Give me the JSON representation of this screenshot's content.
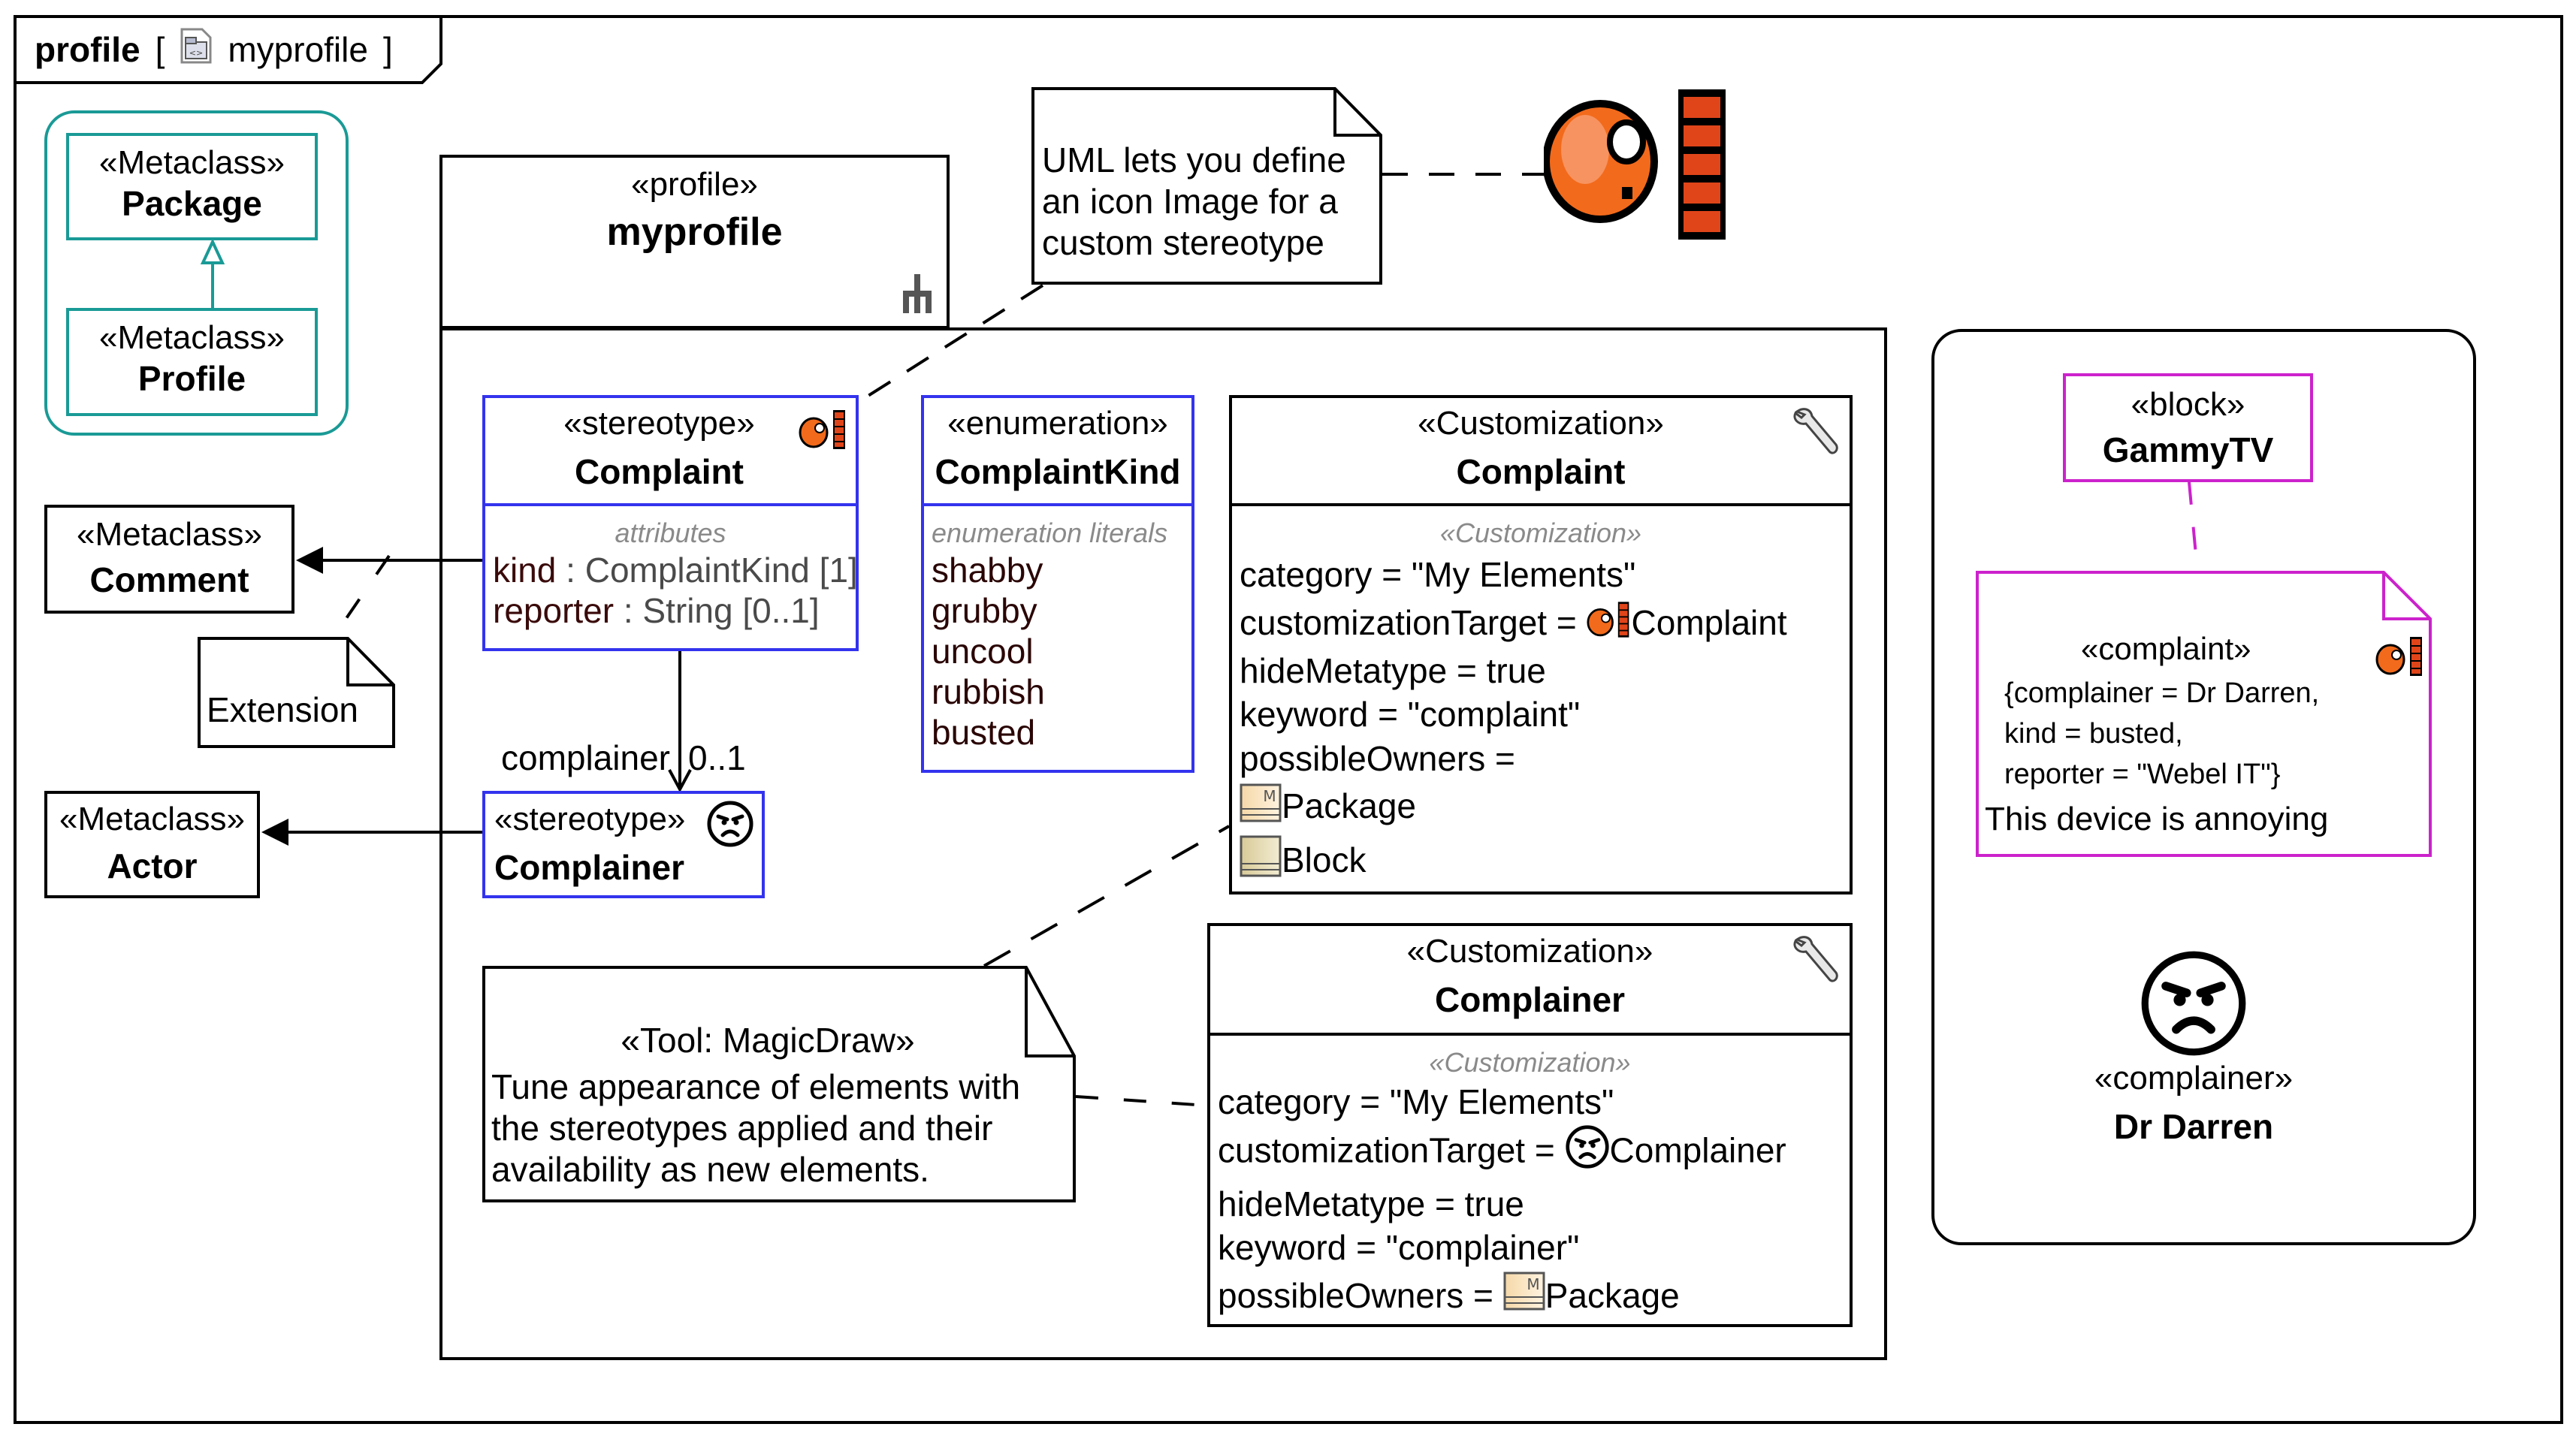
{
  "frame": {
    "kind": "profile",
    "package_icon": "profile-package-icon",
    "name": "myprofile"
  },
  "metaclass_group": {
    "package": {
      "stereotype": "«Metaclass»",
      "name": "Package"
    },
    "profile": {
      "stereotype": "«Metaclass»",
      "name": "Profile"
    }
  },
  "profile_package": {
    "stereotype": "«profile»",
    "name": "myprofile",
    "icon": "profile-fork-icon"
  },
  "note_icon": {
    "lines": [
      "UML lets you define",
      "an icon Image for a",
      "custom stereotype"
    ],
    "image": "complaint-stereotype-icon"
  },
  "stereotype_complaint": {
    "stereotype": "«stereotype»",
    "name": "Complaint",
    "compartment_label": "attributes",
    "attributes": [
      {
        "name": "kind",
        "type": " : ComplaintKind [1]"
      },
      {
        "name": "reporter",
        "type": " : String [0..1]"
      }
    ]
  },
  "enumeration": {
    "stereotype": "«enumeration»",
    "name": "ComplaintKind",
    "compartment_label": "enumeration literals",
    "literals": [
      "shabby",
      "grubby",
      "uncool",
      "rubbish",
      "busted"
    ]
  },
  "customization_complaint": {
    "stereotype": "«Customization»",
    "name": "Complaint",
    "compartment_label": "«Customization»",
    "props": {
      "category": "category = \"My Elements\"",
      "target_label": "customizationTarget = ",
      "target_value": "Complaint",
      "hide": "hideMetatype = true",
      "keyword": "keyword = \"complaint\"",
      "owners_label": "possibleOwners =",
      "owners": [
        "Package",
        "Block"
      ]
    }
  },
  "metaclass_comment": {
    "stereotype": "«Metaclass»",
    "name": "Comment"
  },
  "note_extension": {
    "text": "Extension"
  },
  "metaclass_actor": {
    "stereotype": "«Metaclass»",
    "name": "Actor"
  },
  "association": {
    "role": "complainer",
    "multiplicity": "0..1"
  },
  "stereotype_complainer": {
    "stereotype": "«stereotype»",
    "name": "Complainer"
  },
  "note_tool": {
    "stereotype": "«Tool: MagicDraw»",
    "lines": [
      "Tune appearance of elements with",
      "the stereotypes applied and their",
      "availability as new elements."
    ]
  },
  "customization_complainer": {
    "stereotype": "«Customization»",
    "name": "Complainer",
    "compartment_label": "«Customization»",
    "props": {
      "category": "category = \"My Elements\"",
      "target_label": "customizationTarget = ",
      "target_value": "Complainer",
      "hide": "hideMetatype = true",
      "keyword": "keyword = \"complainer\"",
      "owners_label": "possibleOwners = ",
      "owners": [
        "Package"
      ]
    }
  },
  "usage_example": {
    "block": {
      "stereotype": "«block»",
      "name": "GammyTV"
    },
    "complaint_note": {
      "stereotype": "«complaint»",
      "tags": [
        "{complainer = Dr Darren,",
        "kind = busted,",
        "reporter = \"Webel IT\"}"
      ],
      "body": "This device is annoying"
    },
    "complainer": {
      "stereotype": "«complainer»",
      "name": "Dr Darren"
    }
  },
  "colors": {
    "teal": "#1a9a96",
    "stereotype_blue": "#3333ee",
    "block_magenta": "#cc22cc",
    "icon_orange": "#f05a14"
  }
}
